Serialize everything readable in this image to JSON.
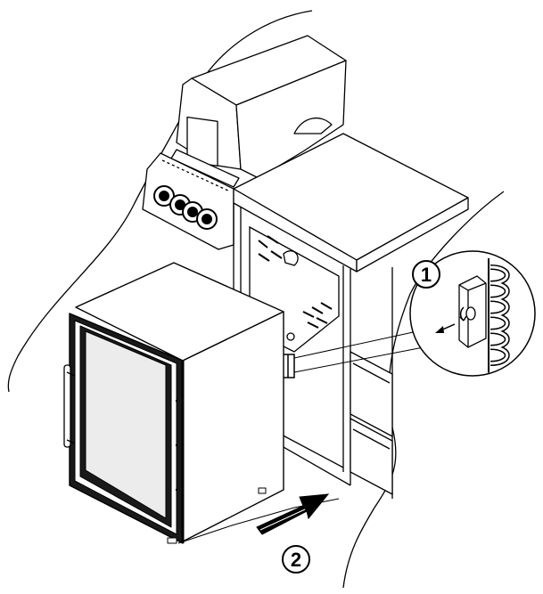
{
  "diagram": {
    "step_labels": {
      "step1": "1",
      "step2": "2"
    },
    "parts": {
      "grill_hood": "grill-hood",
      "control_knobs": "control-knobs",
      "side_counter": "side-counter",
      "drawers": "drawers",
      "fridge": "beverage-fridge",
      "mounting_bracket": "mounting-bracket"
    },
    "colors": {
      "line": "#000000",
      "panel": "#ffffff",
      "glass": "#ececec",
      "frame": "#1a1a1a"
    }
  }
}
